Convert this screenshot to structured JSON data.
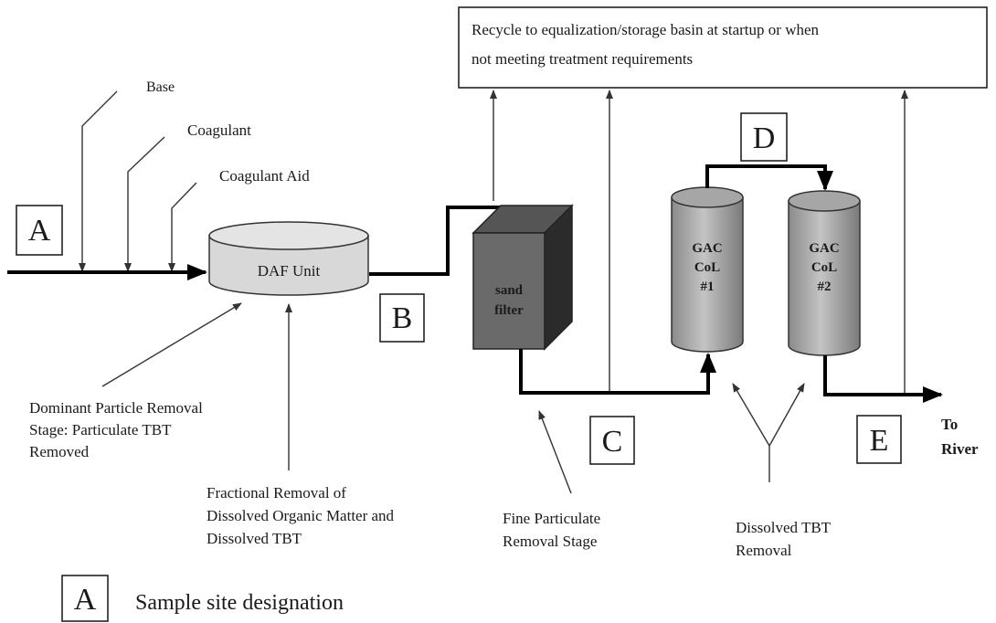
{
  "recycle_note": {
    "line1": "Recycle to equalization/storage basin at startup or when",
    "line2": "not meeting treatment requirements"
  },
  "chemicals": {
    "base": "Base",
    "coagulant": "Coagulant",
    "coagulant_aid": "Coagulant Aid"
  },
  "units": {
    "daf": "DAF Unit",
    "sand_filter_line1": "sand",
    "sand_filter_line2": "filter",
    "gac1_line1": "GAC",
    "gac1_line2": "CoL",
    "gac1_line3": "#1",
    "gac2_line1": "GAC",
    "gac2_line2": "CoL",
    "gac2_line3": "#2"
  },
  "sample_sites": {
    "a": "A",
    "b": "B",
    "c": "C",
    "d": "D",
    "e": "E"
  },
  "outlet": {
    "line1": "To",
    "line2": "River"
  },
  "stage_labels": {
    "dominant_line1": "Dominant Particle Removal",
    "dominant_line2": "Stage:  Particulate TBT",
    "dominant_line3": "Removed",
    "fractional_line1": "Fractional Removal of",
    "fractional_line2": "Dissolved Organic Matter and",
    "fractional_line3": "Dissolved TBT",
    "fine_line1": "Fine Particulate",
    "fine_line2": "Removal Stage",
    "dissolved_line1": "Dissolved TBT",
    "dissolved_line2": "Removal"
  },
  "legend": {
    "letter": "A",
    "text": "Sample site designation"
  }
}
